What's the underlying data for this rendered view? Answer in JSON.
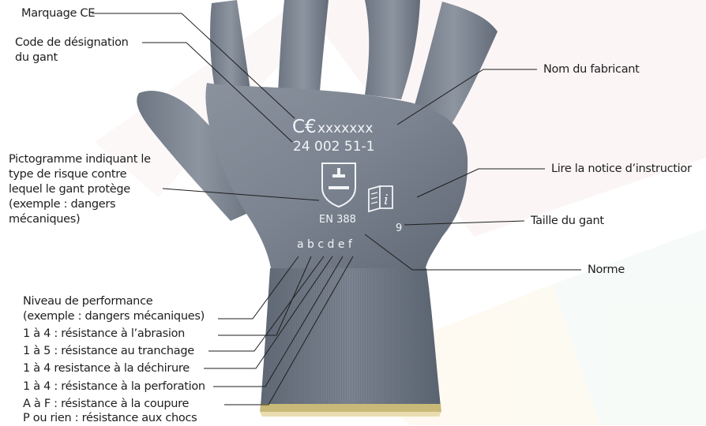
{
  "glove_marks": {
    "ce": "C€",
    "manufacturer": "xxxxxxx",
    "designation_code": "24 002 51-1",
    "norm": "EN 388",
    "size": "9",
    "performance_letters": "a b c d e f"
  },
  "labels": {
    "ce_marking": "Marquage CE",
    "designation_line1": "Code de désignation",
    "designation_line2": "du gant",
    "manufacturer_name": "Nom du fabricant",
    "pictogram_line1": "Pictogramme indiquant le",
    "pictogram_line2": "type de risque contre",
    "pictogram_line3": "lequel le gant protège",
    "pictogram_line4": "(exemple : dangers",
    "pictogram_line5": "mécaniques)",
    "read_instructions": "Lire la notice d’instructior",
    "glove_size": "Taille du gant",
    "norm": "Norme",
    "performance_line1": "Niveau de performance",
    "performance_line2": "(exemple : dangers mécaniques)",
    "perf_a": "1 à 4 : résistance à l’abrasion",
    "perf_b": "1 à 5 : résistance au tranchage",
    "perf_c": "1 à 4 resistance à la déchirure",
    "perf_d": "1 à 4 : résistance à la perforation",
    "perf_e": "A à F : résistance à la coupure",
    "perf_f": "P ou rien : résistance aux chocs"
  },
  "colors": {
    "glove_dark": "#5b6470",
    "glove_mid": "#7c8591",
    "glove_light": "#9aa2ad",
    "cuff": "#6f7884",
    "cuff_edge": "#c9b978",
    "leader_line": "#1e1e1e",
    "marks": "#f2f4f7"
  }
}
